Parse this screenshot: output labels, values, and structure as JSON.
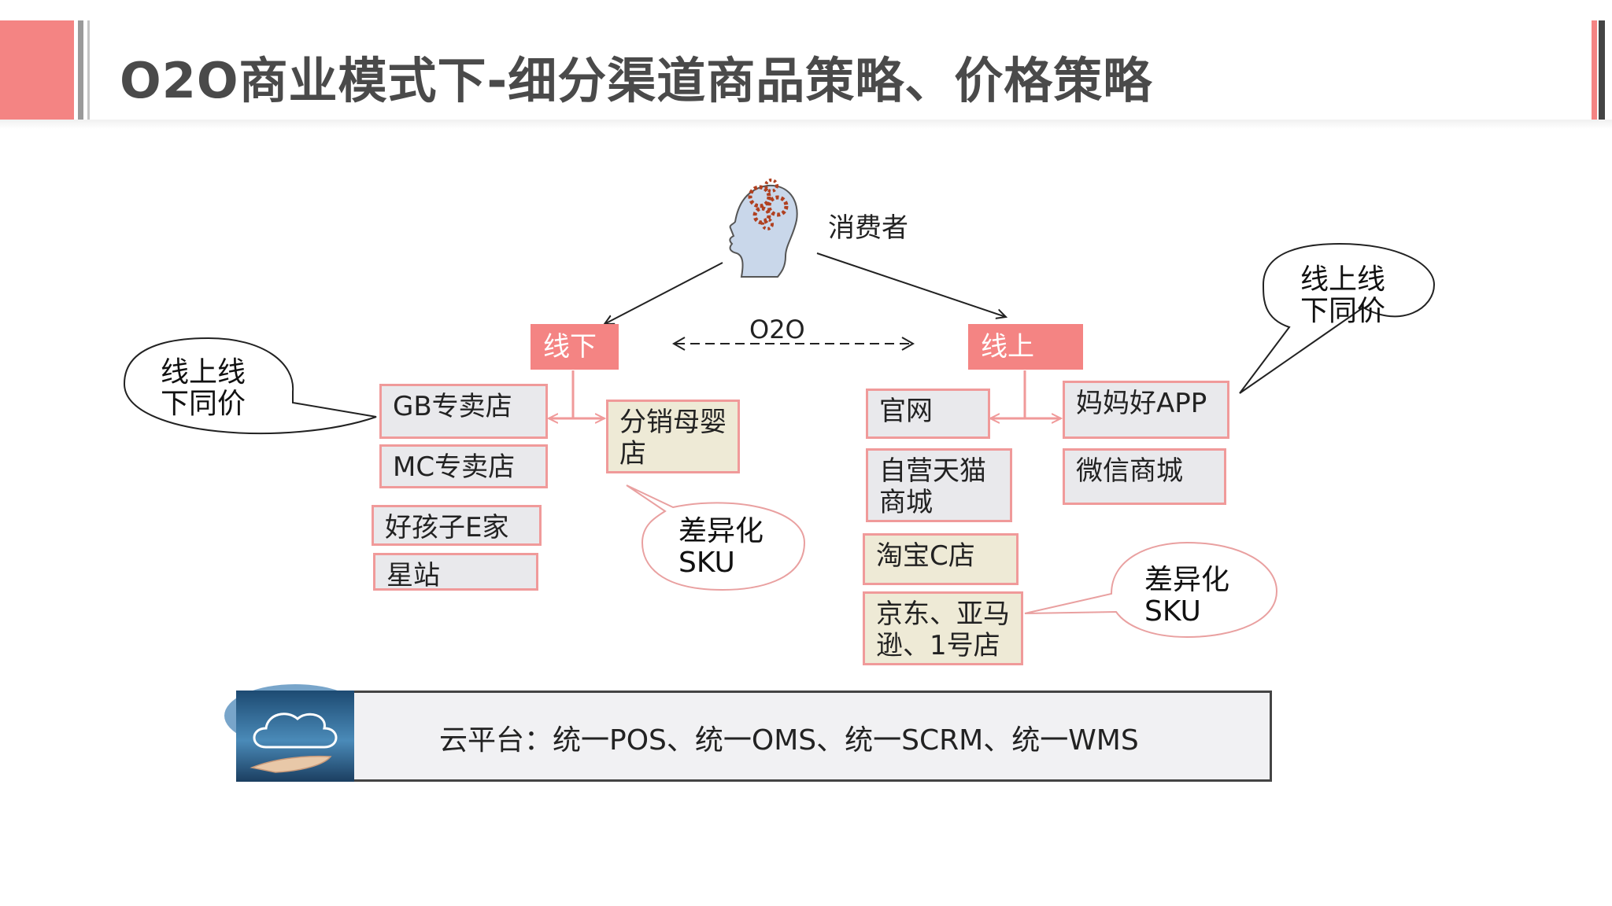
{
  "title": "O2O商业模式下-细分渠道商品策略、价格策略",
  "consumer": {
    "label": "消费者",
    "icon": "head-gears-icon"
  },
  "o2o_label": "O2O",
  "offline": {
    "tag": "线下",
    "stores": [
      "GB专卖店",
      "MC专卖店",
      "好孩子E家",
      "星站"
    ],
    "distribution": "分销母婴店"
  },
  "online": {
    "tag": "线上",
    "left_channels": [
      "官网",
      "自营天猫商城",
      "淘宝C店",
      "京东、亚马逊、1号店"
    ],
    "right_channels": [
      "妈妈好APP",
      "微信商城"
    ]
  },
  "bubbles": {
    "left_same_price": "线上线下同价",
    "right_same_price": "线上线下同价",
    "offline_sku": "差异化SKU",
    "online_sku": "差异化SKU"
  },
  "cloud": {
    "text": "云平台：统一POS、统一OMS、统一SCRM、统一WMS",
    "icon": "cloud-hand-icon"
  },
  "colors": {
    "accent": "#f48483",
    "box_border": "#f09a9a",
    "box_fill": "#e9e9ec",
    "beige_fill": "#eeead6"
  }
}
